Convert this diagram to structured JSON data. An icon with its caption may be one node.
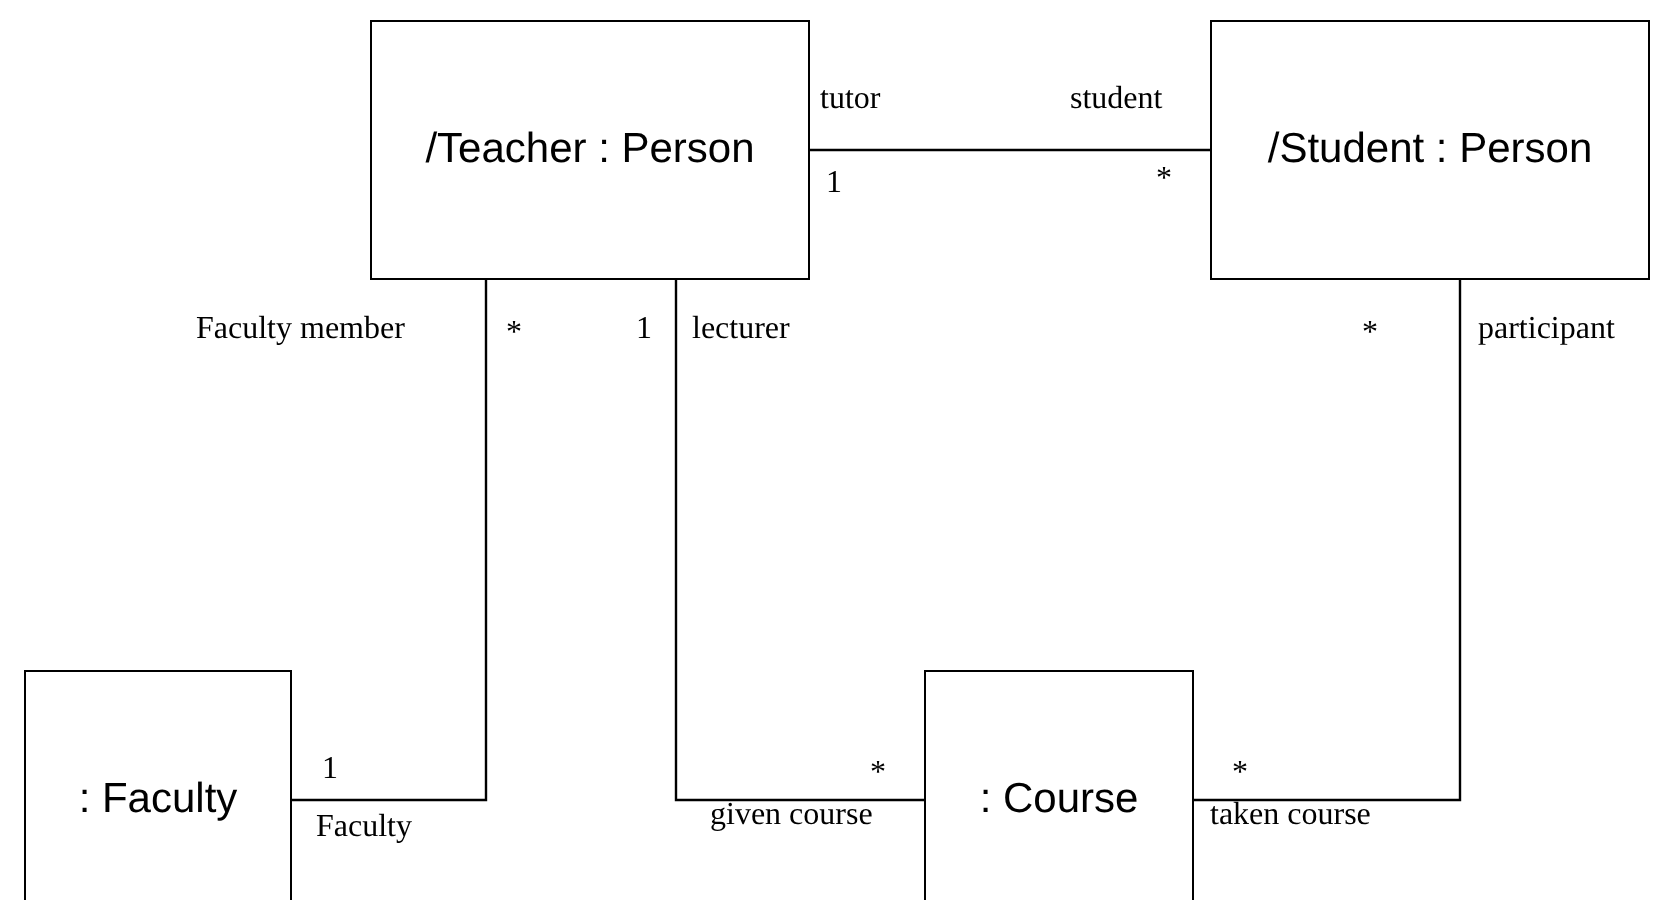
{
  "diagram": {
    "nodes": [
      {
        "text": [
          "/Teacher : Person"
        ]
      },
      {
        "text": [
          "/Student : Person"
        ]
      },
      {
        "text": [
          ": Faculty"
        ]
      },
      {
        "text": [
          ": Course"
        ]
      }
    ],
    "edges": [
      {
        "from": 0,
        "to": 1,
        "arrow": "none"
      },
      {
        "from": 0,
        "to": 2,
        "arrow": "none"
      },
      {
        "from": 0,
        "to": 3,
        "arrow": "none"
      },
      {
        "from": 1,
        "to": 3,
        "arrow": "none"
      }
    ],
    "labels": [
      "tutor",
      "student",
      "1",
      "*",
      "Faculty member",
      "*",
      "1",
      "lecturer",
      "*",
      "participant",
      "1",
      "*",
      "*",
      "Faculty",
      "given course",
      "taken course"
    ]
  }
}
